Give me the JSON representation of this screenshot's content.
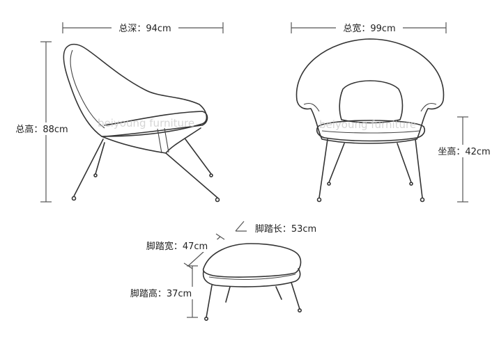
{
  "dimensions": {
    "total_depth": "总深：94cm",
    "total_width": "总宽：99cm",
    "total_height": "总高：88cm",
    "seat_height": "坐高：42cm",
    "footrest_length": "脚踏长：53cm",
    "footrest_width": "脚踏宽：47cm",
    "footrest_height": "脚踏高：37cm"
  },
  "watermark": "beiyoung furniture"
}
